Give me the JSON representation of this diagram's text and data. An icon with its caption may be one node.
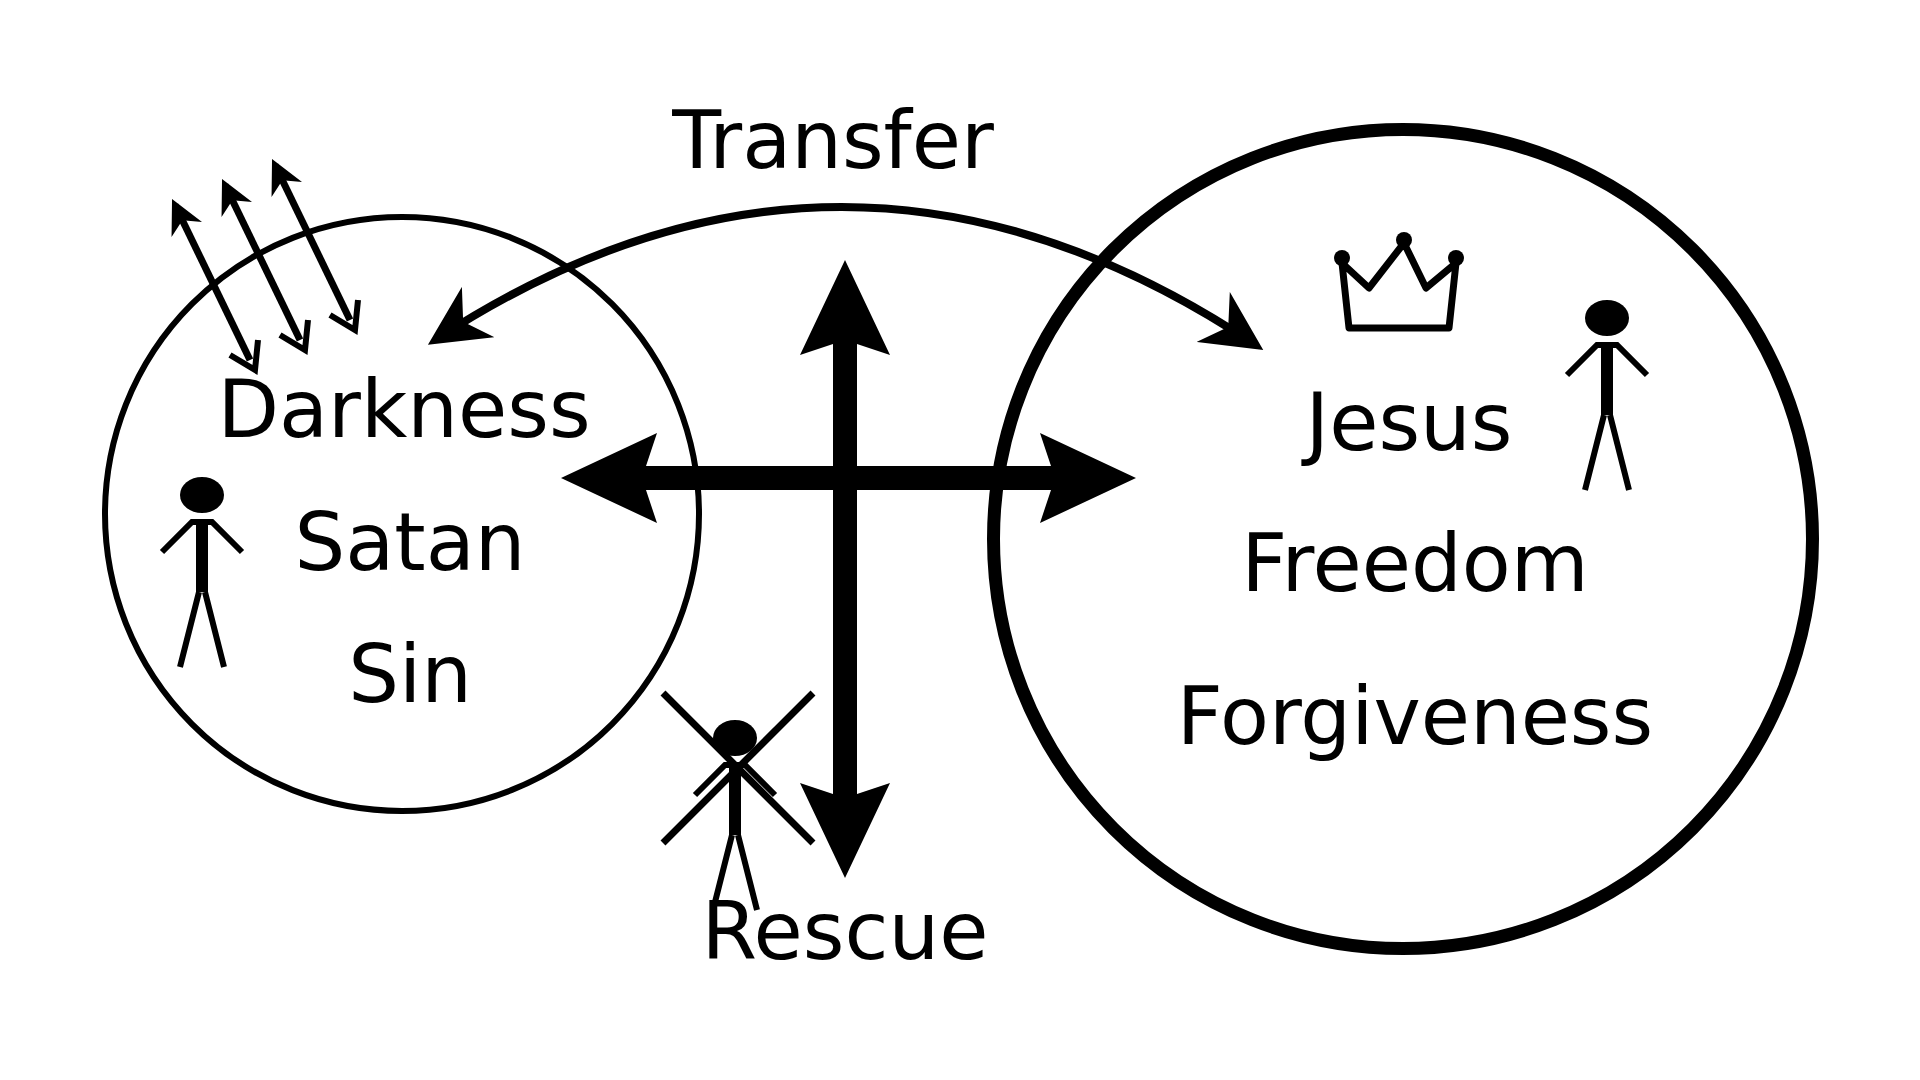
{
  "diagram": {
    "nodes": [
      {
        "text": [
          "Darkness",
          "Satan",
          "Sin"
        ]
      },
      {
        "text": [
          "Jesus",
          "Freedom",
          "Forgiveness"
        ]
      }
    ],
    "edges": [
      {
        "from": 0,
        "to": 1,
        "arrow": "both",
        "label": "Transfer"
      }
    ],
    "labels": [
      "Rescue"
    ]
  }
}
